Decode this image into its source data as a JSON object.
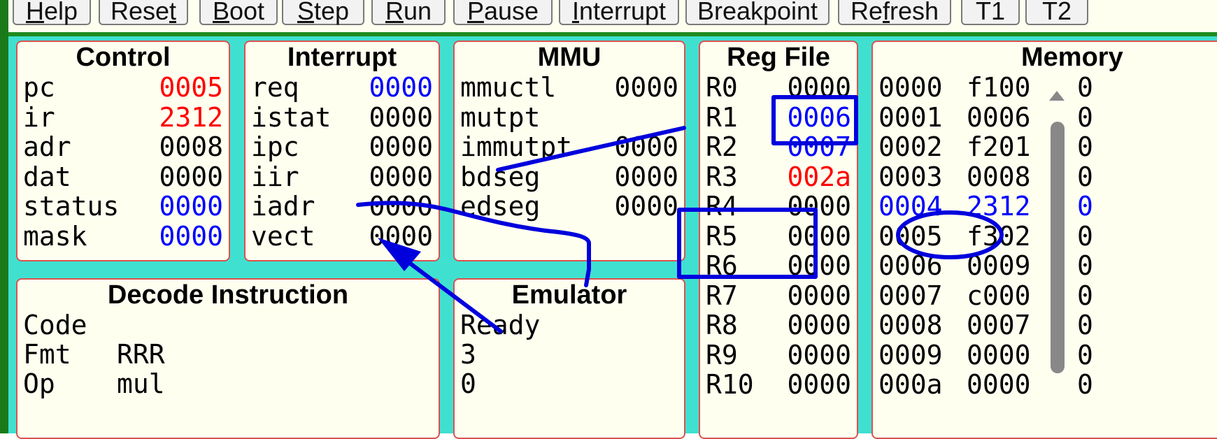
{
  "toolbar": {
    "buttons": [
      {
        "pre": "",
        "u": "H",
        "post": "elp"
      },
      {
        "pre": "Rese",
        "u": "t",
        "post": ""
      },
      {
        "pre": "",
        "u": "B",
        "post": "oot"
      },
      {
        "pre": "",
        "u": "S",
        "post": "tep"
      },
      {
        "pre": "",
        "u": "R",
        "post": "un"
      },
      {
        "pre": "",
        "u": "P",
        "post": "ause"
      },
      {
        "pre": "",
        "u": "I",
        "post": "nterrupt"
      },
      {
        "pre": "",
        "u": "",
        "post": "Breakpoint"
      },
      {
        "pre": "Re",
        "u": "f",
        "post": "resh"
      },
      {
        "pre": "",
        "u": "",
        "post": "T1"
      },
      {
        "pre": "",
        "u": "",
        "post": "T2"
      }
    ]
  },
  "control": {
    "title": "Control",
    "rows": [
      {
        "name": "pc",
        "value": "0005",
        "color": "red"
      },
      {
        "name": "ir",
        "value": "2312",
        "color": "red"
      },
      {
        "name": "adr",
        "value": "0008",
        "color": "black"
      },
      {
        "name": "dat",
        "value": "0000",
        "color": "black"
      },
      {
        "name": "status",
        "value": "0000",
        "color": "blue"
      },
      {
        "name": "mask",
        "value": "0000",
        "color": "blue"
      }
    ]
  },
  "interrupt": {
    "title": "Interrupt",
    "rows": [
      {
        "name": "req",
        "value": "0000",
        "color": "blue"
      },
      {
        "name": "istat",
        "value": "0000",
        "color": "black"
      },
      {
        "name": "ipc",
        "value": "0000",
        "color": "black"
      },
      {
        "name": "iir",
        "value": "0000",
        "color": "black"
      },
      {
        "name": "iadr",
        "value": "0000",
        "color": "black"
      },
      {
        "name": "vect",
        "value": "0000",
        "color": "black"
      }
    ]
  },
  "mmu": {
    "title": "MMU",
    "rows": [
      {
        "name": "mmuctl",
        "value": "0000",
        "color": "black"
      },
      {
        "name": "mutpt",
        "value": "",
        "color": "black"
      },
      {
        "name": "immutpt",
        "value": "0000",
        "color": "black"
      },
      {
        "name": "bdseg",
        "value": "0000",
        "color": "black"
      },
      {
        "name": "edseg",
        "value": "0000",
        "color": "black"
      }
    ]
  },
  "regfile": {
    "title": "Reg File",
    "rows": [
      {
        "name": "R0",
        "value": "0000",
        "color": "black"
      },
      {
        "name": "R1",
        "value": "0006",
        "color": "blue"
      },
      {
        "name": "R2",
        "value": "0007",
        "color": "blue"
      },
      {
        "name": "R3",
        "value": "002a",
        "color": "red"
      },
      {
        "name": "R4",
        "value": "0000",
        "color": "black"
      },
      {
        "name": "R5",
        "value": "0000",
        "color": "black"
      },
      {
        "name": "R6",
        "value": "0000",
        "color": "black"
      },
      {
        "name": "R7",
        "value": "0000",
        "color": "black"
      },
      {
        "name": "R8",
        "value": "0000",
        "color": "black"
      },
      {
        "name": "R9",
        "value": "0000",
        "color": "black"
      },
      {
        "name": "R10",
        "value": "0000",
        "color": "black"
      }
    ]
  },
  "memory": {
    "title": "Memory",
    "rows": [
      {
        "addr": "0000",
        "val": "f100",
        "extra": "0",
        "color": "black"
      },
      {
        "addr": "0001",
        "val": "0006",
        "extra": "0",
        "color": "black"
      },
      {
        "addr": "0002",
        "val": "f201",
        "extra": "0",
        "color": "black"
      },
      {
        "addr": "0003",
        "val": "0008",
        "extra": "0",
        "color": "black"
      },
      {
        "addr": "0004",
        "val": "2312",
        "extra": "0",
        "color": "blue"
      },
      {
        "addr": "0005",
        "val": "f302",
        "extra": "0",
        "color": "black"
      },
      {
        "addr": "0006",
        "val": "0009",
        "extra": "0",
        "color": "black"
      },
      {
        "addr": "0007",
        "val": "c000",
        "extra": "0",
        "color": "black"
      },
      {
        "addr": "0008",
        "val": "0007",
        "extra": "0",
        "color": "black"
      },
      {
        "addr": "0009",
        "val": "0000",
        "extra": "0",
        "color": "black"
      },
      {
        "addr": "000a",
        "val": "0000",
        "extra": "0",
        "color": "black"
      }
    ]
  },
  "decode": {
    "title": "Decode Instruction",
    "rows": [
      {
        "name": "Code",
        "value": ""
      },
      {
        "name": "Fmt",
        "value": "RRR"
      },
      {
        "name": "Op",
        "value": "mul"
      }
    ]
  },
  "emulator": {
    "title": "Emulator",
    "lines": [
      "Ready",
      "3",
      "0"
    ]
  },
  "colors": {
    "red": "#ff0000",
    "blue": "#0000ff",
    "black": "#000000",
    "panel_bg": "#fffff0",
    "panel_border": "#d9534f",
    "background": "#40e0d0",
    "annotation": "#0000dd"
  }
}
